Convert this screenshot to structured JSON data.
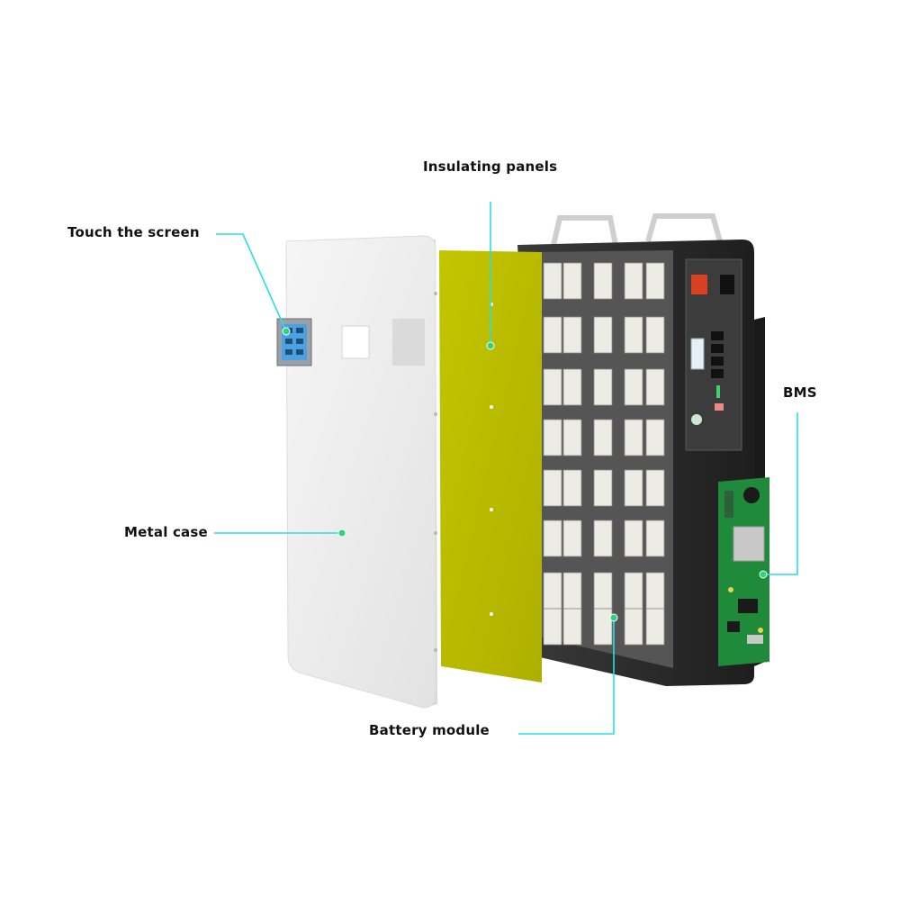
{
  "labels": {
    "insulating_panels": "Insulating panels",
    "touch_screen": "Touch the screen",
    "bms": "BMS",
    "metal_case": "Metal case",
    "battery_module": "Battery module"
  },
  "colors": {
    "callout_line": "#27e0e0",
    "callout_dot": "#2bd67b",
    "insulating_panel": "#b9bb00",
    "battery_housing": "#2b2b2b",
    "metal_case": "#eeeeee",
    "bms_board": "#1f8a3a",
    "touch_screen": "#4aa3e0"
  },
  "icons": {
    "touch_screen": "touch-screen-icon",
    "bms_board": "circuit-board-icon",
    "battery_cells": "battery-cell-icon"
  }
}
